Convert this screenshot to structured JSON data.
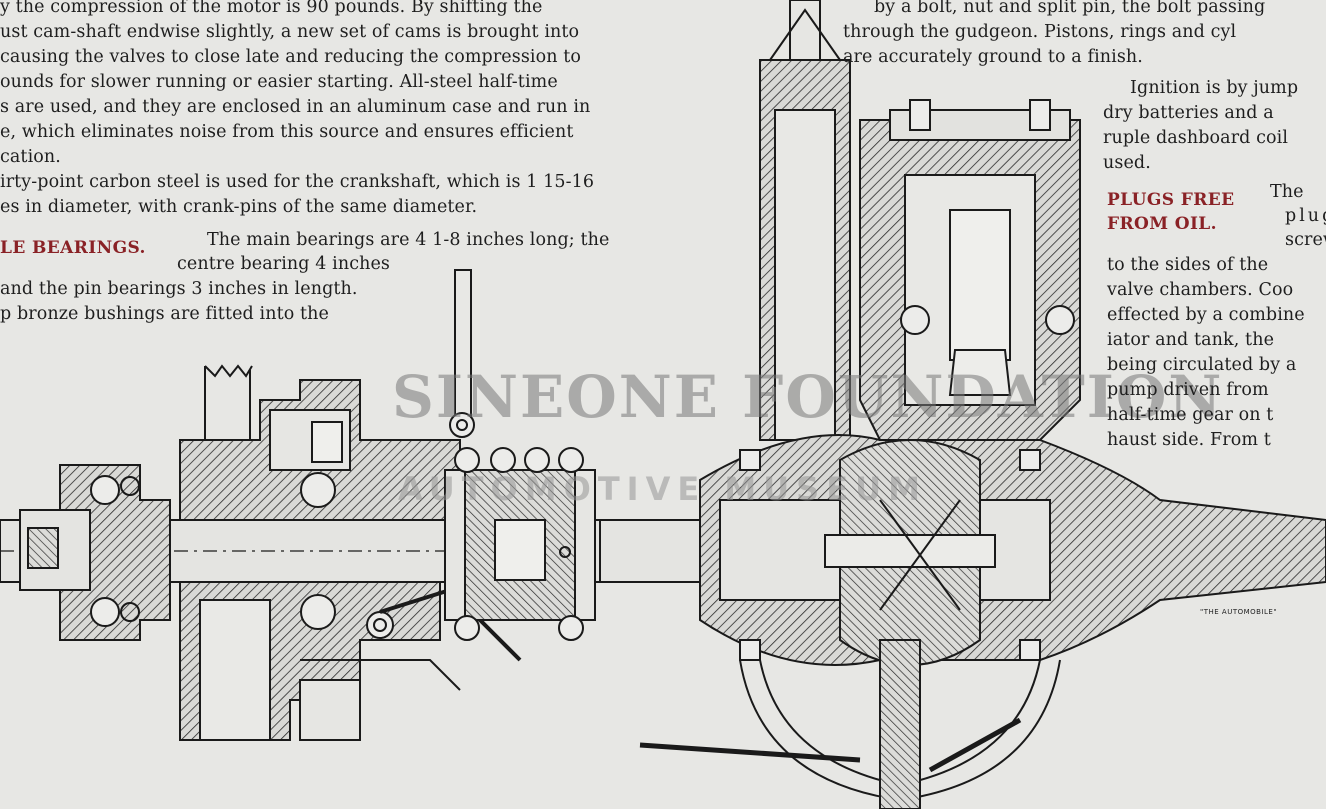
{
  "left_column": {
    "lines": [
      "y the compression of the motor is 90 pounds.  By shifting the",
      "ust cam-shaft endwise slightly, a new set of cams is brought into",
      "causing the valves to close late and reducing the compression to",
      "ounds for slower running or easier starting.  All-steel half-time",
      "s are used, and they are enclosed in an aluminum case and run in",
      "e, which eliminates noise from this source and ensures efficient",
      "cation.",
      "irty-point carbon steel is used for the crankshaft, which is 1 15-16",
      "es in diameter, with crank-pins of the same diameter."
    ],
    "heading": "LE BEARINGS.",
    "heading_text": "The main bearings are 4 1-8 inches long; the",
    "after_heading": [
      "centre bearing 4 inches",
      "and the pin bearings 3 inches in length.",
      "p bronze bushings are fitted into the"
    ]
  },
  "right_column": {
    "top_lines": [
      "by a bolt, nut and split pin, the bolt passing",
      "through the gudgeon.   Pistons, rings and cyl",
      "are accurately ground to a finish."
    ],
    "ignition_lines": [
      "Ignition is by jump",
      "dry batteries and a",
      "ruple dashboard coil",
      "used."
    ],
    "heading_line1": "PLUGS FREE",
    "heading_line2": "FROM OIL.",
    "heading_side": [
      "The",
      "plug",
      "screw"
    ],
    "body_lines": [
      "to the sides of the",
      "valve chambers.  Coo",
      "effected by a combine",
      "iator and tank, the",
      "being circulated by a",
      "pump driven from",
      "half-time gear on t",
      "haust side.  From t"
    ]
  },
  "figure": {
    "credit": "\"THE AUTOMOBILE\"",
    "watermark_line1": "SINEONE FOUNDATION",
    "watermark_line2": "AUTOMOTIVE MUSEUM"
  },
  "colors": {
    "paper": "#e7e7e4",
    "ink": "#1e1e1e",
    "heading": "#8a2226"
  }
}
